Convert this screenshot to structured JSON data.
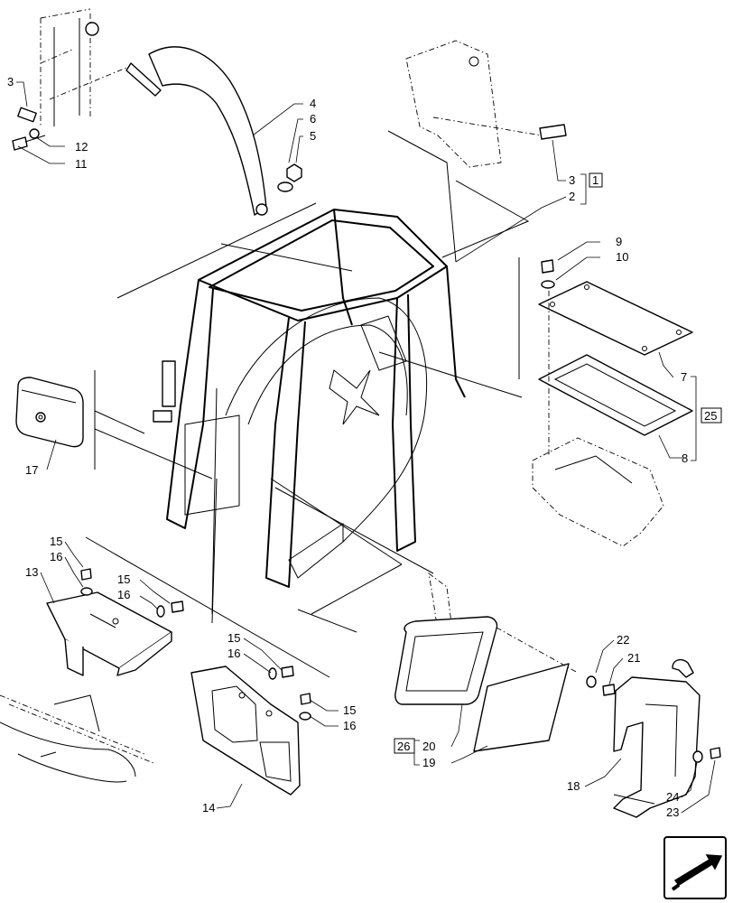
{
  "callouts": {
    "c3a": "3",
    "c12": "12",
    "c11": "11",
    "c4": "4",
    "c6": "6",
    "c5": "5",
    "c3b": "3",
    "c2": "2",
    "c1": "1",
    "c9": "9",
    "c10": "10",
    "c7": "7",
    "c8": "8",
    "c25": "25",
    "c17": "17",
    "c15a": "15",
    "c16a": "16",
    "c13": "13",
    "c15b": "15",
    "c16b": "16",
    "c15c": "15",
    "c16c": "16",
    "c15d": "15",
    "c16d": "16",
    "c14": "14",
    "c22": "22",
    "c21": "21",
    "c20": "20",
    "c19": "19",
    "c26": "26",
    "c18": "18",
    "c24": "24",
    "c23": "23"
  },
  "nav": {
    "icon": "next-page-arrow-icon"
  }
}
